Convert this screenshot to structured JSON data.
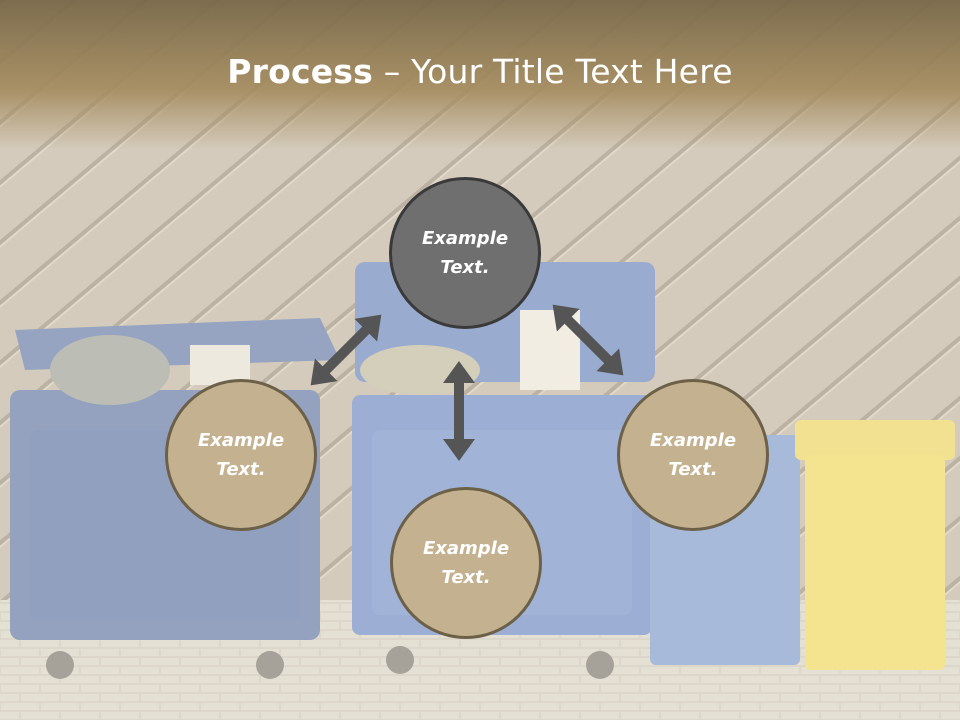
{
  "slide": {
    "title_bold": "Process",
    "title_sep": " – ",
    "title_rest": "Your Title Text Here"
  },
  "nodes": {
    "top": "Example Text.",
    "left": "Example Text.",
    "right": "Example Text.",
    "bottom": "Example Text."
  },
  "colors": {
    "center_fill": "#6f6f6f",
    "outer_fill": "#c4b190",
    "arrow": "#555555",
    "title_band": "#a58c5f"
  },
  "icons": [
    "double-arrow-icon"
  ]
}
